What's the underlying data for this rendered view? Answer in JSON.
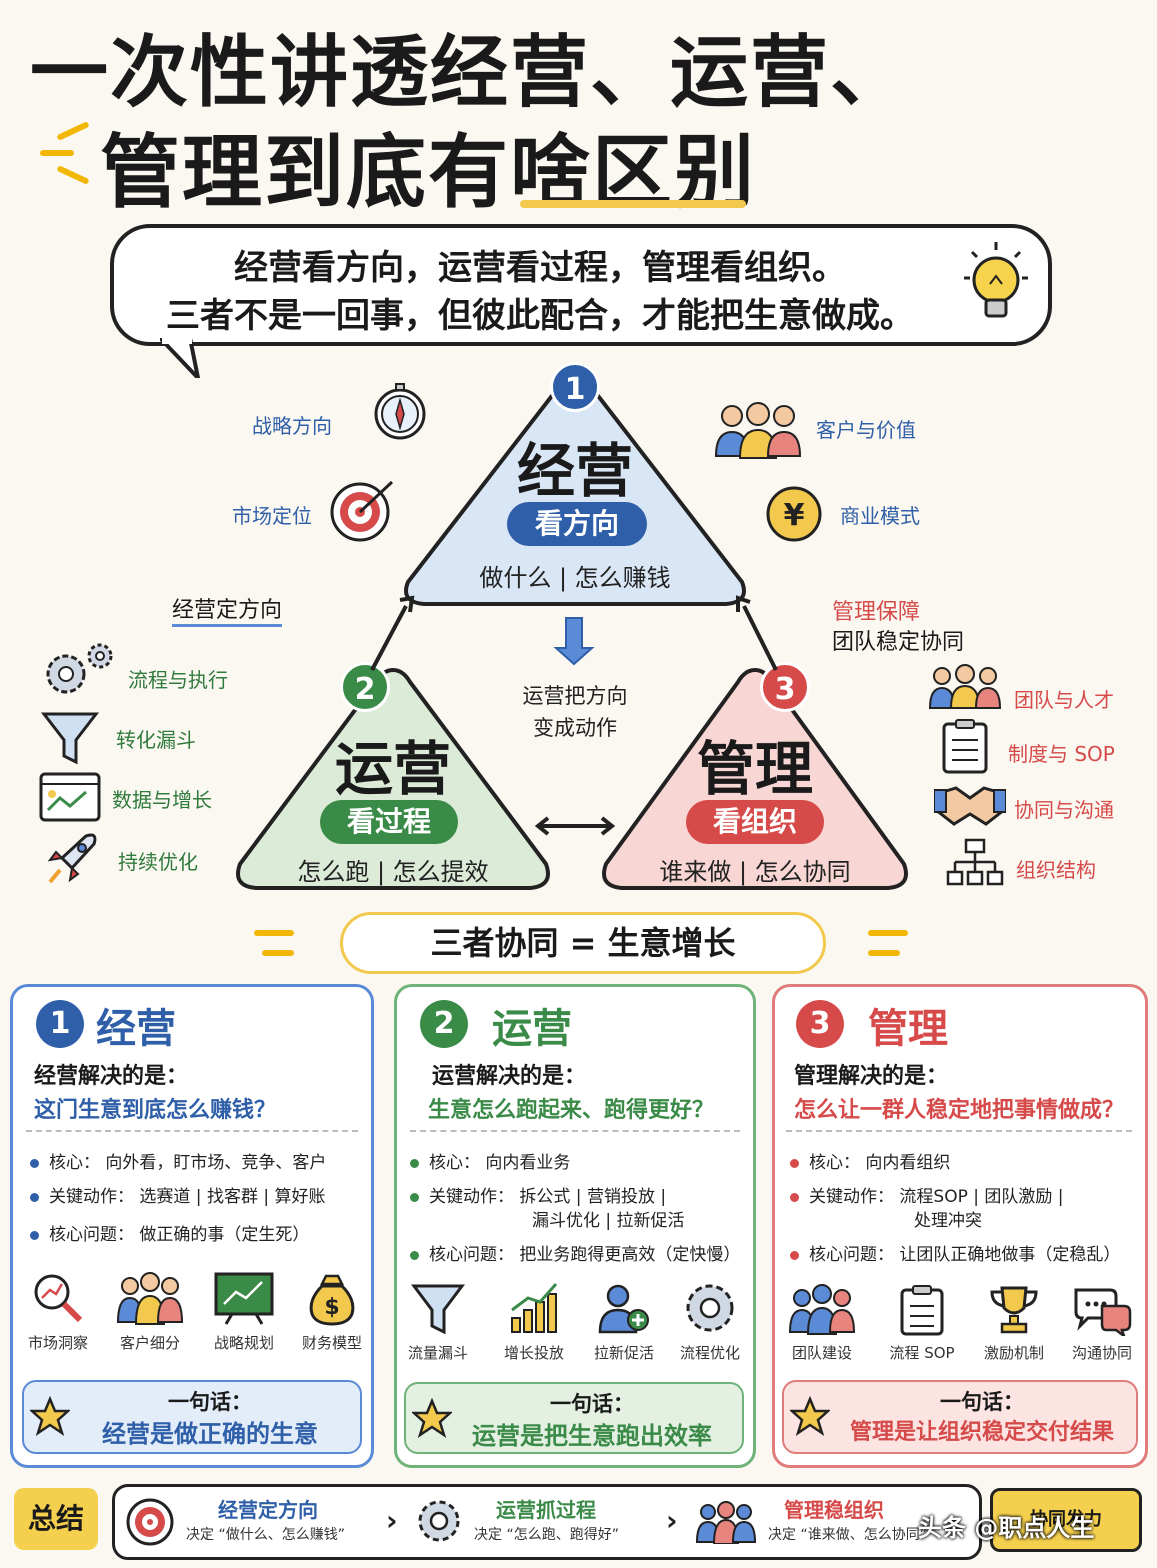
{
  "title": {
    "line1": "一次性讲透经营、运营、",
    "line2": "管理到底有啥区别"
  },
  "bubble": {
    "line1": "经营看方向，运营看过程，管理看组织。",
    "line2": "三者不是一回事，但彼此配合，才能把生意做成。"
  },
  "triangles": {
    "t1": {
      "num": "1",
      "title": "经营",
      "pill": "看方向",
      "sub": "做什么 | 怎么赚钱",
      "color": "#2f5fa8"
    },
    "t2": {
      "num": "2",
      "title": "运营",
      "pill": "看过程",
      "sub": "怎么跑 | 怎么提效",
      "color": "#3a8a48"
    },
    "t3": {
      "num": "3",
      "title": "管理",
      "pill": "看组织",
      "sub": "谁来做 | 怎么协同",
      "color": "#d64a4a"
    }
  },
  "labels": {
    "strategy": "战略方向",
    "market": "市场定位",
    "customer": "客户与价值",
    "business_model": "商业模式",
    "set_direction": "经营定方向",
    "mgmt_guard": "管理保障",
    "team_collab": "团队稳定协同",
    "turn_action_1": "运营把方向",
    "turn_action_2": "变成动作",
    "process_exec": "流程与执行",
    "funnel": "转化漏斗",
    "data_growth": "数据与增长",
    "optimize": "持续优化",
    "team_talent": "团队与人才",
    "sop": "制度与 SOP",
    "communicate": "协同与沟通",
    "org_structure": "组织结构"
  },
  "center": "三者协同 = 生意增长",
  "cards": [
    {
      "num": "1",
      "title": "经营",
      "q1": "经营解决的是：",
      "q2": "这门生意到底怎么赚钱？",
      "b1": "核心：  向外看，盯市场、竞争、客户",
      "b2": "关键动作：  选赛道 | 找客群 | 算好账",
      "b2b": "",
      "b3": "核心问题：  做正确的事（定生死）",
      "icons": [
        "市场洞察",
        "客户细分",
        "战略规划",
        "财务模型"
      ],
      "saying_h": "一句话：",
      "saying_b": "经营是做正确的生意"
    },
    {
      "num": "2",
      "title": "运营",
      "q1": "运营解决的是：",
      "q2": "生意怎么跑起来、跑得更好？",
      "b1": "核心：  向内看业务",
      "b2": "关键动作：  拆公式 | 营销投放 |",
      "b2b": "漏斗优化 | 拉新促活",
      "b3": "核心问题：  把业务跑得更高效（定快慢）",
      "icons": [
        "流量漏斗",
        "增长投放",
        "拉新促活",
        "流程优化"
      ],
      "saying_h": "一句话：",
      "saying_b": "运营是把生意跑出效率"
    },
    {
      "num": "3",
      "title": "管理",
      "q1": "管理解决的是：",
      "q2": "怎么让一群人稳定地把事情做成？",
      "b1": "核心：  向内看组织",
      "b2": "关键动作：  流程SOP | 团队激励 |",
      "b2b": "处理冲突",
      "b3": "核心问题：  让团队正确地做事（定稳乱）",
      "icons": [
        "团队建设",
        "流程 SOP",
        "激励机制",
        "沟通协同"
      ],
      "saying_h": "一句话：",
      "saying_b": "管理是让组织稳定交付结果"
    }
  ],
  "summary": {
    "tag": "总结",
    "s1_h": "经营定方向",
    "s1_s": "决定 “做什么、怎么赚钱”",
    "s2_h": "运营抓过程",
    "s2_s": "决定 “怎么跑、跑得好”",
    "s3_h": "管理稳组织",
    "s3_s": "决定 “谁来做、怎么协同”",
    "end": "协同发力"
  },
  "watermark": "头条 @职点人生",
  "colors": {
    "blue": "#2f5fa8",
    "green": "#3a8a48",
    "red": "#d64a4a",
    "yellow": "#f2c94c"
  }
}
